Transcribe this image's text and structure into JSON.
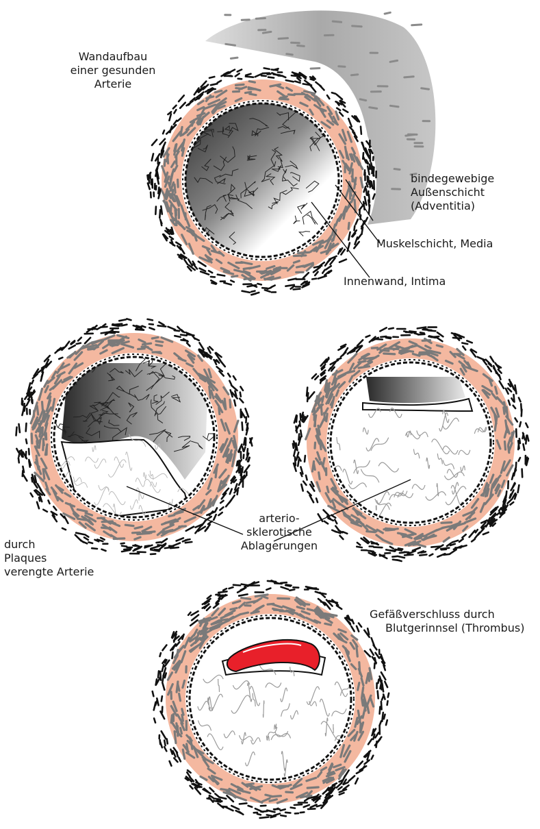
{
  "labels": {
    "healthy_title": [
      "Wandaufbau",
      "einer gesunden",
      "Arterie"
    ],
    "adventitia": [
      "bindegewebige",
      "Außenschicht",
      "(Adventitia)"
    ],
    "media": "Muskelschicht, Media",
    "intima": "Innenwand, Intima",
    "plaque_deposits": [
      "arterio-",
      "sklerotische",
      "Ablagerungen"
    ],
    "narrowed": [
      "durch",
      "Plaques",
      "verengte Arterie"
    ],
    "thrombus": [
      "Gefäßverschluss durch",
      "Blutgerinnsel (Thrombus)"
    ]
  },
  "colors": {
    "muscle_pink": "#f4b8a0",
    "muscle_gray": "#7a7a7a",
    "adventitia_black": "#111111",
    "thrombus_red": "#e8202a",
    "plaque_fill": "#ffffff",
    "lumen_dark": "#3c3c3c"
  },
  "panels": [
    {
      "name": "healthy-artery"
    },
    {
      "name": "narrowed-artery-left"
    },
    {
      "name": "narrowed-artery-right"
    },
    {
      "name": "thrombus-artery"
    }
  ]
}
